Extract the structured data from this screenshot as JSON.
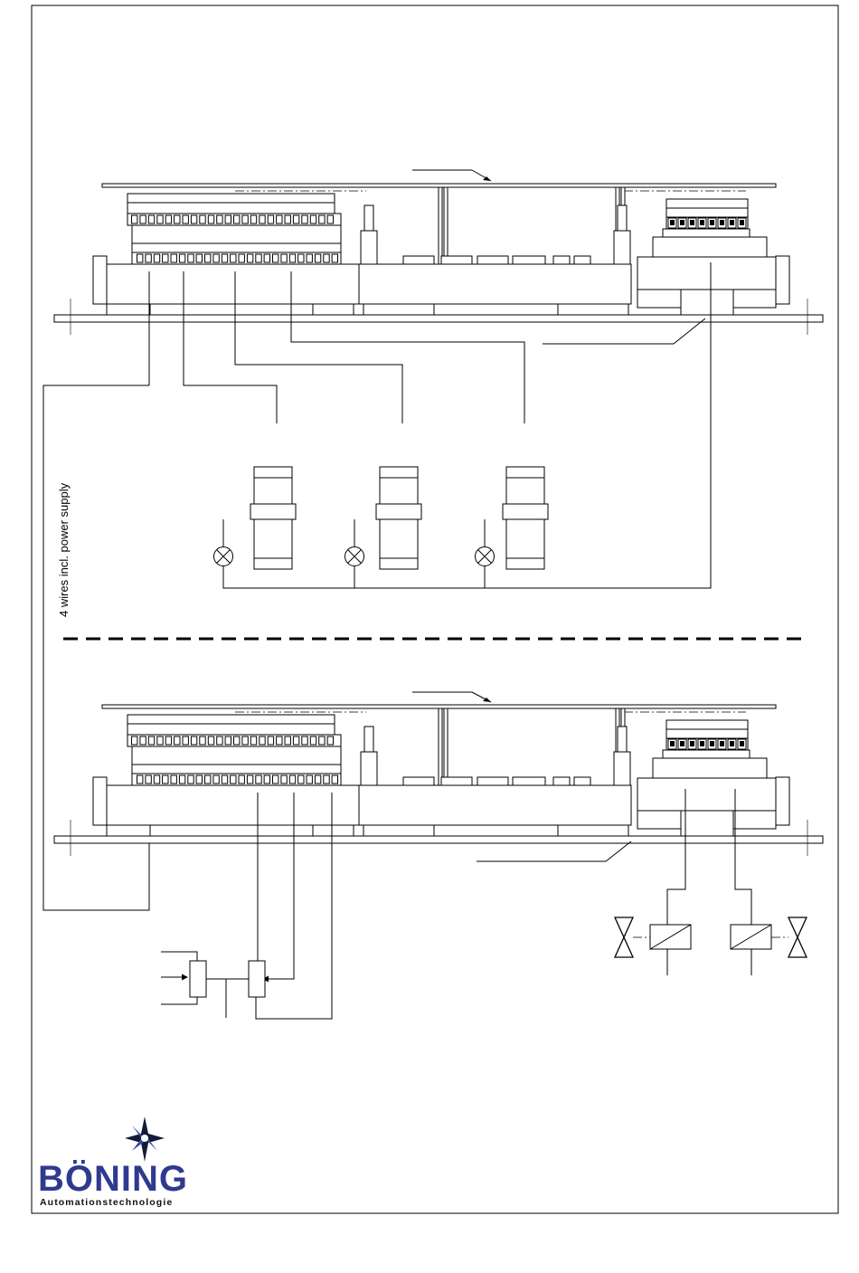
{
  "diagram": {
    "side_label": "4 wires incl. power supply"
  },
  "logo": {
    "name": "BÖNING",
    "tagline": "Automationstechnologie",
    "color": "#2f3a8f"
  }
}
